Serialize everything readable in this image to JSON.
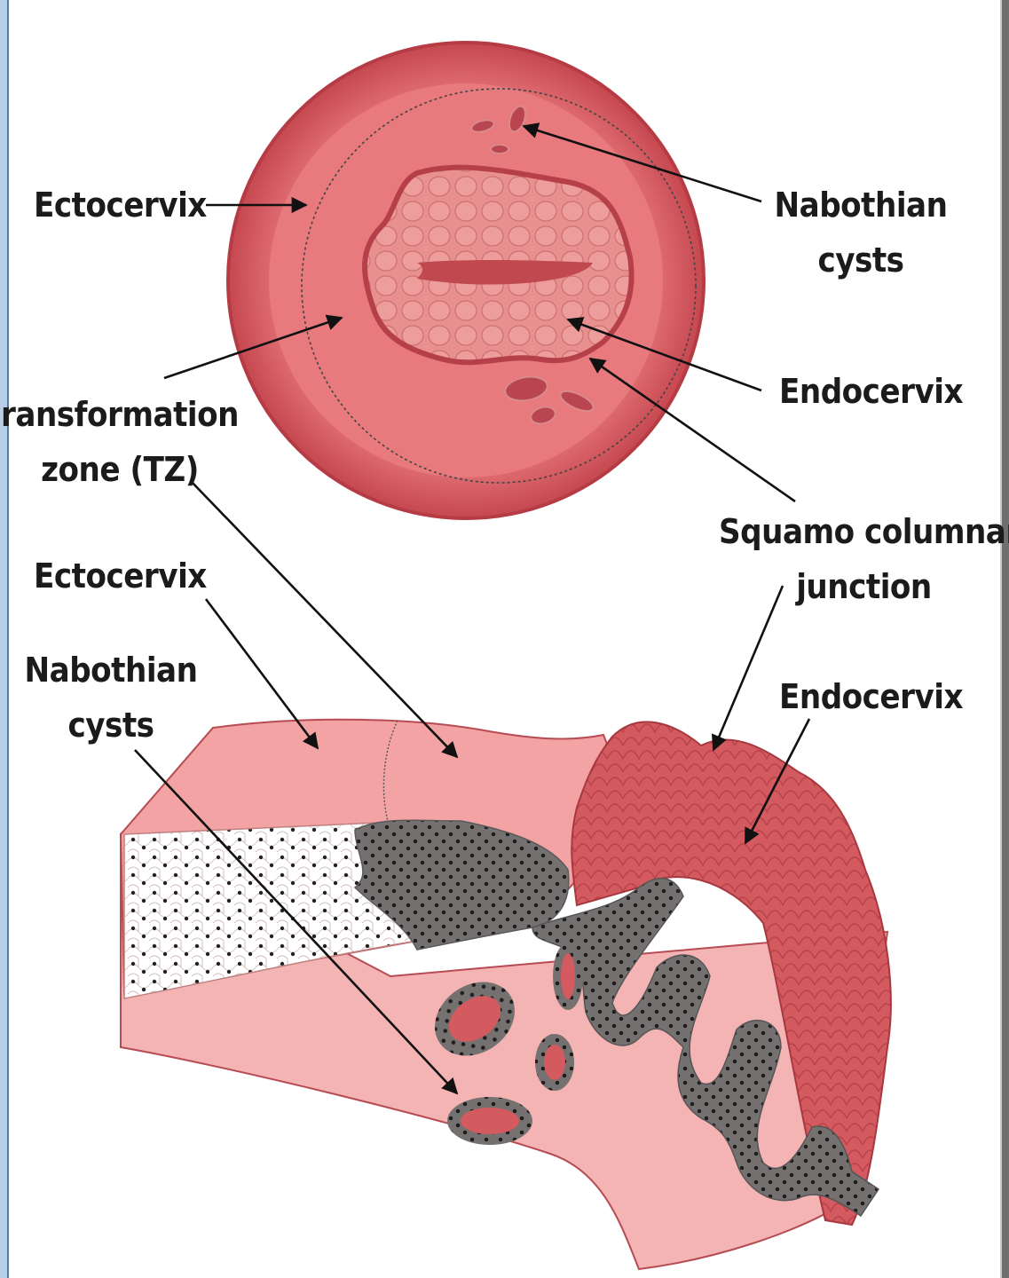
{
  "labels": {
    "ectocervix_top": "Ectocervix",
    "nabothian_top": [
      "Nabothian",
      "cysts"
    ],
    "endocervix_top": "Endocervix",
    "transformation_zone": [
      "ransformation",
      "zone (TZ)"
    ],
    "squamo_columnar": [
      "Squamo columnar",
      "junction"
    ],
    "ectocervix_bottom": "Ectocervix",
    "nabothian_bottom": [
      "Nabothian",
      "cysts"
    ],
    "endocervix_bottom": "Endocervix"
  },
  "colors": {
    "outer_ring": "#d9636a",
    "ectocervix_surface": "#e87a7d",
    "os_endocervix": "#dd8a8a",
    "canal": "#c0484f",
    "tissue_top": "#f3a3a4",
    "stroma": "#f4b4b4",
    "gland_epithelium": "#7a7374",
    "endocervix_lobes": "#d35a5f"
  }
}
